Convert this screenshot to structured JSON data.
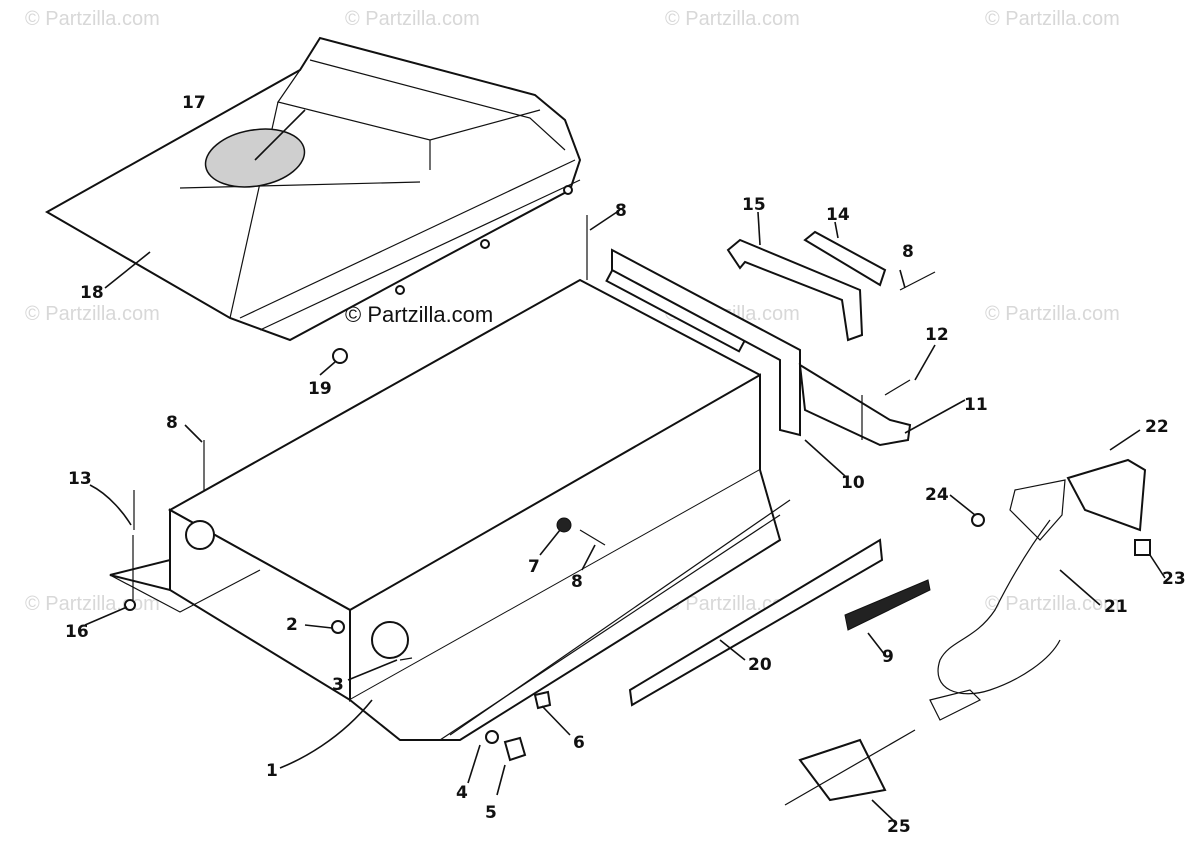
{
  "watermark": {
    "text": "© Partzilla.com"
  },
  "center_watermark": {
    "text": "© Partzilla.com"
  },
  "callouts": {
    "c1": "1",
    "c2": "2",
    "c3": "3",
    "c4": "4",
    "c5": "5",
    "c6": "6",
    "c7": "7",
    "c8a": "8",
    "c8b": "8",
    "c8c": "8",
    "c8d": "8",
    "c9": "9",
    "c10": "10",
    "c11": "11",
    "c12": "12",
    "c13": "13",
    "c14": "14",
    "c15": "15",
    "c16": "16",
    "c17": "17",
    "c18": "18",
    "c19": "19",
    "c20": "20",
    "c21": "21",
    "c22": "22",
    "c23": "23",
    "c24": "24",
    "c25": "25"
  }
}
